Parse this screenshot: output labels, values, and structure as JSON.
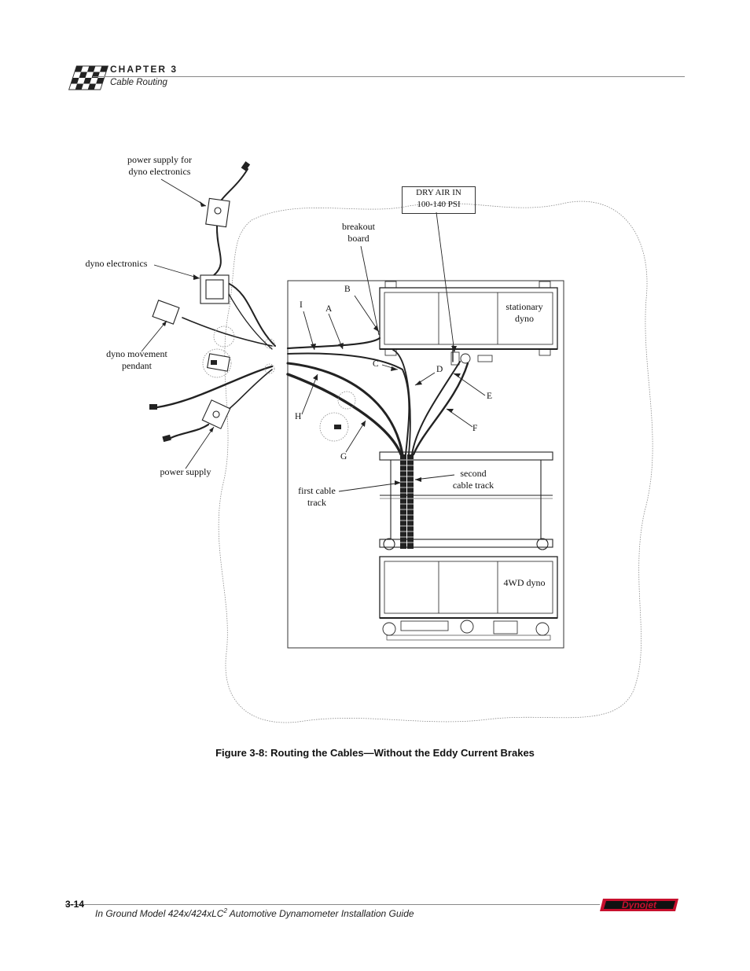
{
  "header": {
    "chapter": "CHAPTER 3",
    "section": "Cable Routing",
    "logo_icon": "checkered-flag-icon"
  },
  "figure": {
    "labels": {
      "power_supply_electronics_1": "power supply for",
      "power_supply_electronics_2": "dyno electronics",
      "dyno_electronics": "dyno electronics",
      "pendant_1": "dyno movement",
      "pendant_2": "pendant",
      "power_supply": "power supply",
      "dry_air_1": "DRY AIR IN",
      "dry_air_2": "100-140 PSI",
      "breakout_1": "breakout",
      "breakout_2": "board",
      "stationary_1": "stationary",
      "stationary_2": "dyno",
      "second_track_1": "second",
      "second_track_2": "cable track",
      "first_track_1": "first cable",
      "first_track_2": "track",
      "fourwd": "4WD dyno"
    },
    "letters": {
      "a": "A",
      "b": "B",
      "c": "C",
      "d": "D",
      "e": "E",
      "f": "F",
      "g": "G",
      "h": "H",
      "i": "I"
    },
    "caption": "Figure 3-8: Routing the Cables—Without the Eddy Current Brakes"
  },
  "footer": {
    "page_number": "3-14",
    "title_prefix": "In Ground Model 424x/424xLC",
    "title_sup": "2",
    "title_suffix": " Automotive Dynamometer Installation Guide",
    "brand": "Dynojet",
    "brand_color": "#c8102e"
  }
}
